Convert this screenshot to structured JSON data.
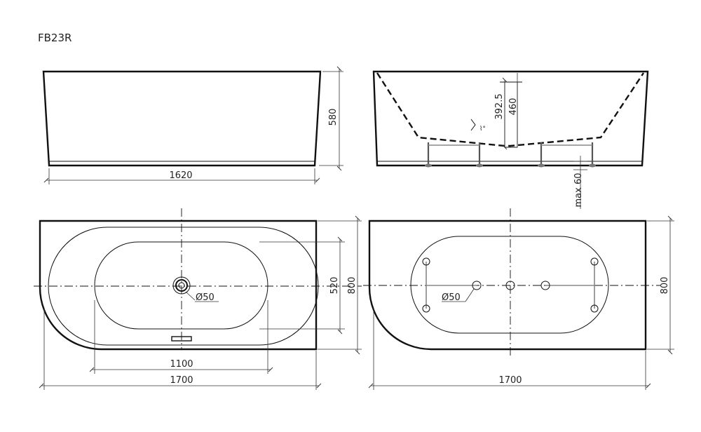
{
  "title": "FB23R",
  "front_view": {
    "length_label": "1620",
    "height_label": "580"
  },
  "side_view": {
    "drain_height_label": "392.5",
    "overflow_height_label": "460",
    "leg_adjust_label": "max 60"
  },
  "top_view": {
    "inner_width_label": "520",
    "outer_width_label": "800",
    "inner_length_label": "1100",
    "outer_length_label": "1700",
    "drain_label": "Ø50"
  },
  "bottom_view": {
    "outer_width_label": "800",
    "outer_length_label": "1700",
    "drain_label": "Ø50"
  }
}
